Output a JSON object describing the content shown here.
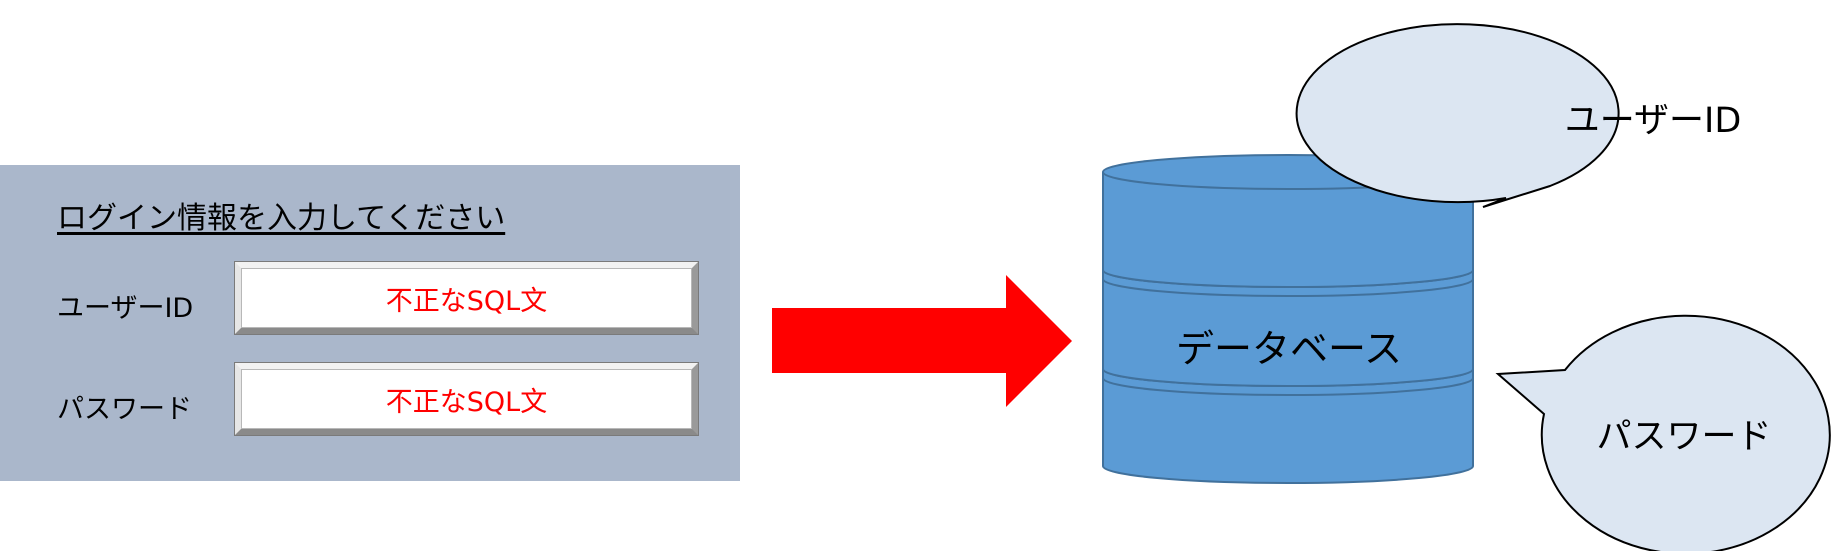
{
  "login_form": {
    "title": "ログイン情報を入力してください",
    "fields": [
      {
        "label": "ユーザーID",
        "value": "不正なSQL文"
      },
      {
        "label": "パスワード",
        "value": "不正なSQL文"
      }
    ]
  },
  "database": {
    "label": "データベース"
  },
  "callouts": [
    {
      "text": "ユーザーID"
    },
    {
      "text": "パスワード"
    }
  ],
  "colors": {
    "panel_bg": "#aab7cb",
    "arrow": "#ff0000",
    "injected_text": "#ff0000",
    "db_fill": "#5b9bd5",
    "db_stroke": "#41719c",
    "callout_fill": "#dce6f2"
  }
}
